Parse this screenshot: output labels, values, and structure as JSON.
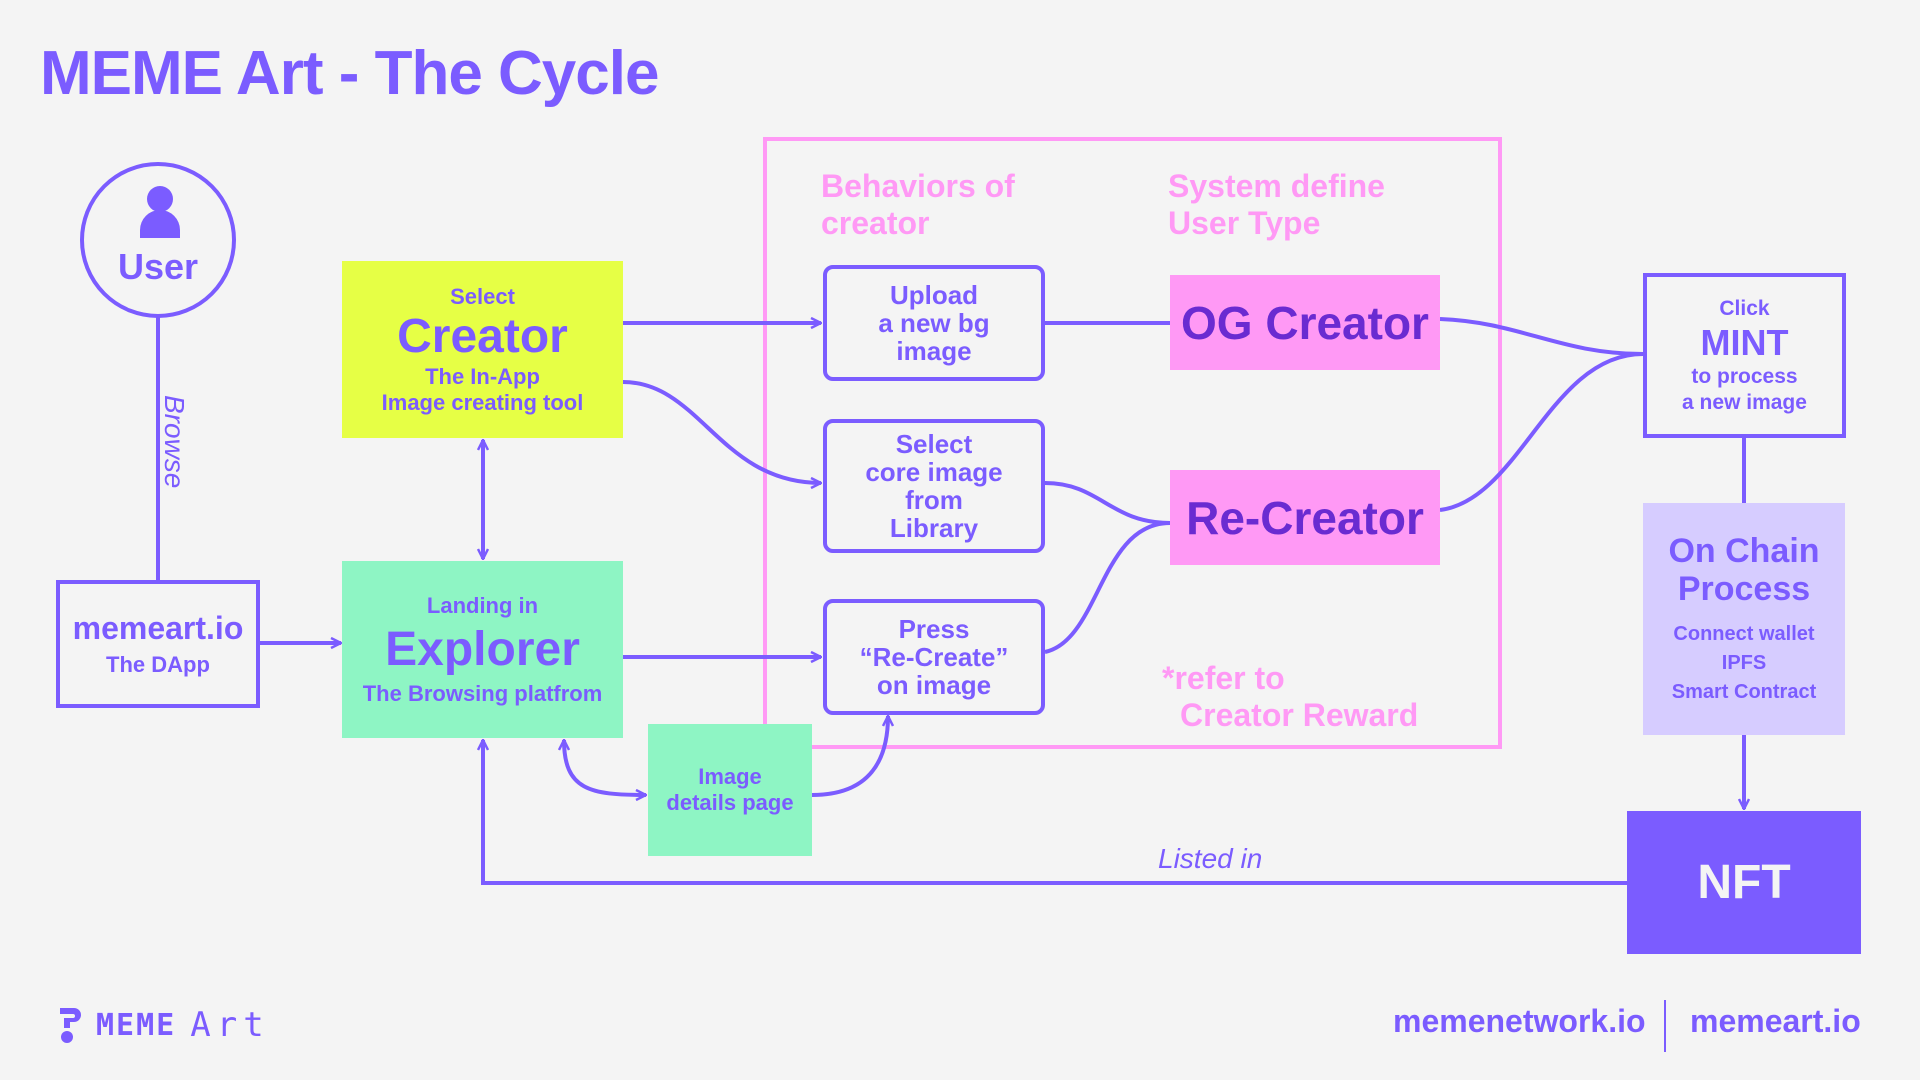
{
  "title": "MEME Art - The Cycle",
  "colors": {
    "accent": "#7b5cff",
    "creator_bg": "#e6ff45",
    "explorer_bg": "#8ef5c4",
    "pink": "#ff99f5",
    "onchain_bg": "#d6ccff",
    "nft_bg": "#7b5cff",
    "background": "#f4f4f4"
  },
  "user": {
    "icon": "user-icon",
    "label": "User"
  },
  "browse_label": "Browse",
  "dapp": {
    "title": "memeart.io",
    "subtitle": "The DApp"
  },
  "creator": {
    "pre": "Select",
    "title": "Creator",
    "line1": "The In-App",
    "line2": "Image creating tool"
  },
  "explorer": {
    "pre": "Landing in",
    "title": "Explorer",
    "subtitle": "The Browsing platfrom"
  },
  "image_details": {
    "line1": "Image",
    "line2": "details page"
  },
  "behaviors": {
    "heading_line1": "Behaviors of",
    "heading_line2": "creator",
    "items": [
      {
        "lines": [
          "Upload",
          "a new bg",
          "image"
        ]
      },
      {
        "lines": [
          "Select",
          "core image",
          "from",
          "Library"
        ]
      },
      {
        "lines": [
          "Press",
          "“Re-Create”",
          "on image"
        ]
      }
    ]
  },
  "system": {
    "heading_line1": "System define",
    "heading_line2": "User Type",
    "og_creator": "OG Creator",
    "re_creator": "Re-Creator",
    "note_line1": "*refer to",
    "note_line2": "Creator Reward"
  },
  "mint": {
    "pre": "Click",
    "title": "MINT",
    "line1": "to process",
    "line2": "a new image"
  },
  "onchain": {
    "title_line1": "On Chain",
    "title_line2": "Process",
    "items": [
      "Connect wallet",
      "IPFS",
      "Smart Contract"
    ]
  },
  "nft": {
    "label": "NFT"
  },
  "listed_label": "Listed in",
  "footer": {
    "logo_text_1": "MEME",
    "logo_text_2": "Art",
    "link1": "memenetwork.io",
    "link2": "memeart.io"
  }
}
